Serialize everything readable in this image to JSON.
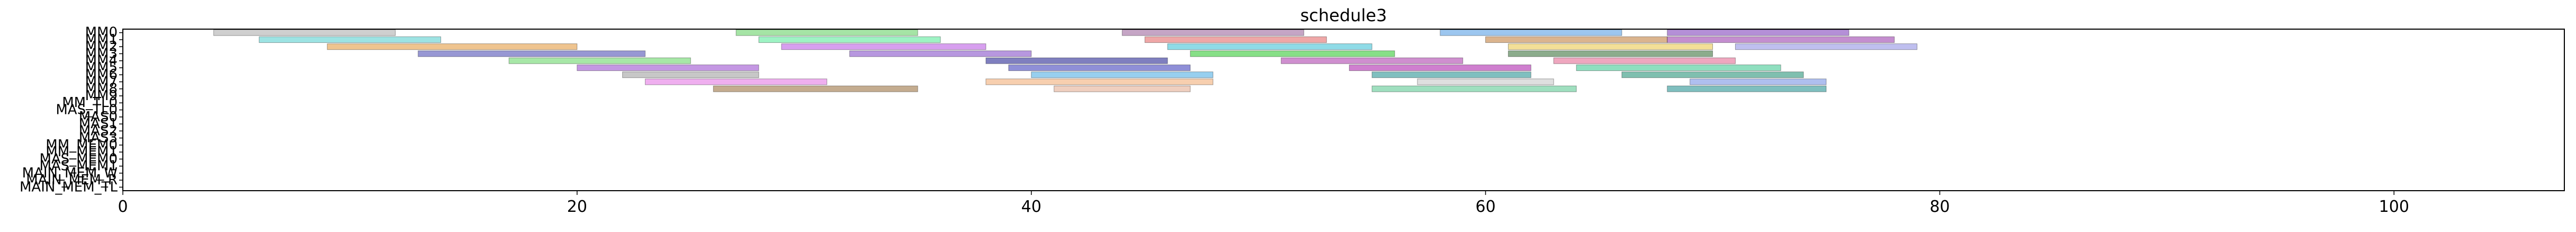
{
  "chart_data": {
    "type": "gantt",
    "title": "schedule3",
    "xlabel": "",
    "ylabel": "",
    "xlim": [
      0,
      107.5
    ],
    "xticks": [
      0,
      20,
      40,
      60,
      80,
      100
    ],
    "grid": false,
    "legend": "none",
    "bar_opacity": 0.5,
    "rows": [
      "MM0",
      "MM1",
      "MM2",
      "MM3",
      "MM4",
      "MM5",
      "MM6",
      "MM7",
      "MM8",
      "MM9",
      "MM_TL0",
      "MAS_TL0",
      "MAS0",
      "MAS1",
      "MAS2",
      "MAS3",
      "MM_MEM0",
      "MM_MEM1",
      "MAS_MEM0",
      "MAS_MEM1",
      "MAIN_MEM_W",
      "MAIN_MEM_R",
      "MAIN_MEM_TL"
    ],
    "tasks": [
      {
        "row": 0,
        "start": 4,
        "end": 12,
        "color": "#a0a0a0"
      },
      {
        "row": 0,
        "start": 27,
        "end": 35,
        "color": "#4cc94c"
      },
      {
        "row": 0,
        "start": 44,
        "end": 52,
        "color": "#8b4c8b"
      },
      {
        "row": 0,
        "start": 58,
        "end": 66,
        "color": "#3a8ee0"
      },
      {
        "row": 0,
        "start": 68,
        "end": 76,
        "color": "#6a1fb0"
      },
      {
        "row": 1,
        "start": 6,
        "end": 14,
        "color": "#3cc8c8"
      },
      {
        "row": 1,
        "start": 28,
        "end": 36,
        "color": "#3ee88a"
      },
      {
        "row": 1,
        "start": 45,
        "end": 53,
        "color": "#e05050"
      },
      {
        "row": 1,
        "start": 60,
        "end": 68,
        "color": "#b86a1e"
      },
      {
        "row": 1,
        "start": 68,
        "end": 78,
        "color": "#8a1ea0"
      },
      {
        "row": 2,
        "start": 9,
        "end": 20,
        "color": "#e08a20"
      },
      {
        "row": 2,
        "start": 29,
        "end": 38,
        "color": "#b040e0"
      },
      {
        "row": 2,
        "start": 46,
        "end": 55,
        "color": "#20b8d0"
      },
      {
        "row": 2,
        "start": 61,
        "end": 70,
        "color": "#e8c030"
      },
      {
        "row": 2,
        "start": 71,
        "end": 79,
        "color": "#8080e0"
      },
      {
        "row": 3,
        "start": 13,
        "end": 23,
        "color": "#3030a8"
      },
      {
        "row": 3,
        "start": 32,
        "end": 40,
        "color": "#7030c0"
      },
      {
        "row": 3,
        "start": 47,
        "end": 56,
        "color": "#10c010"
      },
      {
        "row": 3,
        "start": 61,
        "end": 70,
        "color": "#1a5a1a"
      },
      {
        "row": 4,
        "start": 17,
        "end": 25,
        "color": "#50d050"
      },
      {
        "row": 4,
        "start": 38,
        "end": 46,
        "color": "#000080"
      },
      {
        "row": 4,
        "start": 51,
        "end": 59,
        "color": "#a020a0"
      },
      {
        "row": 4,
        "start": 63,
        "end": 71,
        "color": "#e05080"
      },
      {
        "row": 5,
        "start": 20,
        "end": 28,
        "color": "#8a30c8"
      },
      {
        "row": 5,
        "start": 39,
        "end": 47,
        "color": "#2020b0"
      },
      {
        "row": 5,
        "start": 54,
        "end": 62,
        "color": "#a000a0"
      },
      {
        "row": 5,
        "start": 64,
        "end": 73,
        "color": "#20c080"
      },
      {
        "row": 6,
        "start": 22,
        "end": 28,
        "color": "#909090"
      },
      {
        "row": 6,
        "start": 40,
        "end": 48,
        "color": "#30a0e0"
      },
      {
        "row": 6,
        "start": 55,
        "end": 62,
        "color": "#008080"
      },
      {
        "row": 6,
        "start": 66,
        "end": 74,
        "color": "#008060"
      },
      {
        "row": 7,
        "start": 23,
        "end": 31,
        "color": "#e060e0"
      },
      {
        "row": 7,
        "start": 38,
        "end": 48,
        "color": "#f0a060"
      },
      {
        "row": 7,
        "start": 57,
        "end": 63,
        "color": "#c0c0c0"
      },
      {
        "row": 7,
        "start": 69,
        "end": 75,
        "color": "#6080e0"
      },
      {
        "row": 8,
        "start": 26,
        "end": 35,
        "color": "#8a5a20"
      },
      {
        "row": 8,
        "start": 41,
        "end": 47,
        "color": "#e0a080"
      },
      {
        "row": 8,
        "start": 55,
        "end": 64,
        "color": "#40c080"
      },
      {
        "row": 8,
        "start": 68,
        "end": 75,
        "color": "#008080"
      }
    ]
  }
}
